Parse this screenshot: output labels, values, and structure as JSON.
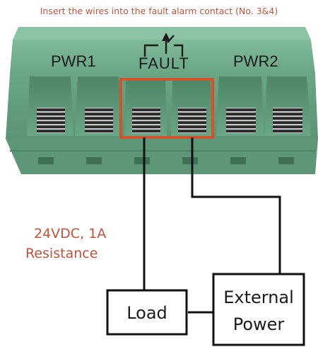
{
  "caption": "Insert the wires into the fault alarm contact (No. 3&4)",
  "connector": {
    "pwr1_label": "PWR1",
    "fault_label": "FAULT",
    "pwr2_label": "PWR2"
  },
  "rating": {
    "line1": "24VDC, 1A",
    "line2": "Resistance"
  },
  "load_box": {
    "label": "Load"
  },
  "power_box": {
    "line1": "External",
    "line2": "Power"
  },
  "colors": {
    "connector_green": "#6faa8a",
    "highlight_orange": "#d0552e",
    "caption_red": "#c0533a",
    "wire_black": "#111111"
  }
}
